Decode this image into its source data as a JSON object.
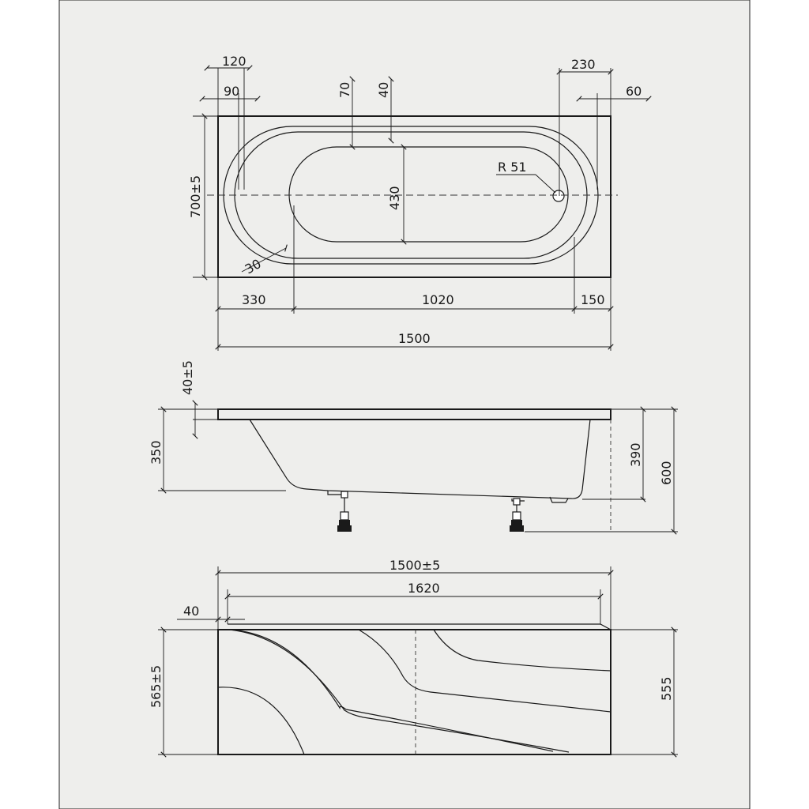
{
  "top_view": {
    "dim_120": "120",
    "dim_90": "90",
    "dim_70": "70",
    "dim_40": "40",
    "dim_230": "230",
    "dim_60": "60",
    "dim_width": "700±5",
    "dim_inner_width": "430",
    "drain_radius": "R 51",
    "dim_rim": "30",
    "dim_330": "330",
    "dim_1020": "1020",
    "dim_150": "150",
    "dim_length": "1500"
  },
  "side_view": {
    "dim_rim": "40±5",
    "dim_350": "350",
    "dim_390": "390",
    "dim_600": "600"
  },
  "front_panel": {
    "dim_length": "1500±5",
    "dim_1620": "1620",
    "dim_40": "40",
    "dim_565": "565±5",
    "dim_555": "555"
  }
}
